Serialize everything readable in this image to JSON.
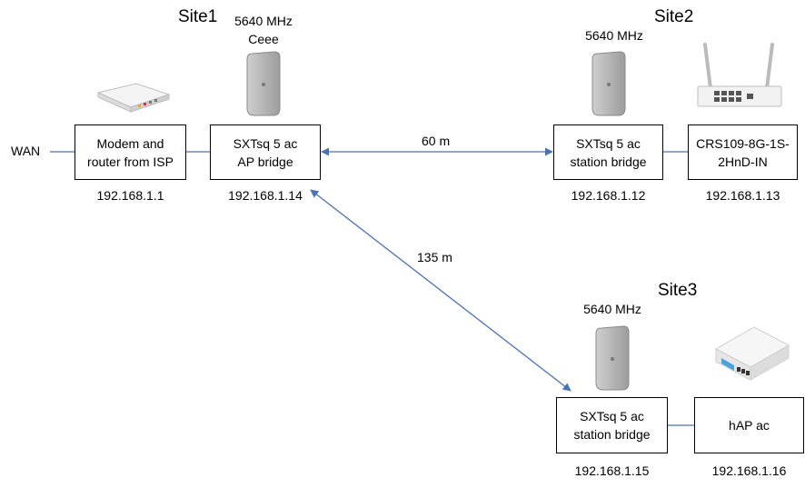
{
  "sites": {
    "site1": "Site1",
    "site2": "Site2",
    "site3": "Site3"
  },
  "freq": {
    "site1": "5640 MHz\nCeee",
    "site2": "5640 MHz",
    "site3": "5640 MHz"
  },
  "wan": "WAN",
  "boxes": {
    "modem": "Modem  and\nrouter from ISP",
    "ap": "SXTsq 5 ac\nAP bridge",
    "sta2": "SXTsq 5 ac\nstation bridge",
    "crs": "CRS109-8G-1S-\n2HnD-IN",
    "sta3": "SXTsq 5 ac\nstation bridge",
    "hap": "hAP ac"
  },
  "ips": {
    "modem": "192.168.1.1",
    "ap": "192.168.1.14",
    "sta2": "192.168.1.12",
    "crs": "192.168.1.13",
    "sta3": "192.168.1.15",
    "hap": "192.168.1.16"
  },
  "distances": {
    "site2_link": "60 m",
    "site3_link": "135 m"
  },
  "colors": {
    "link_arrow": "#4a72b8",
    "connector": "#4a72b8"
  }
}
